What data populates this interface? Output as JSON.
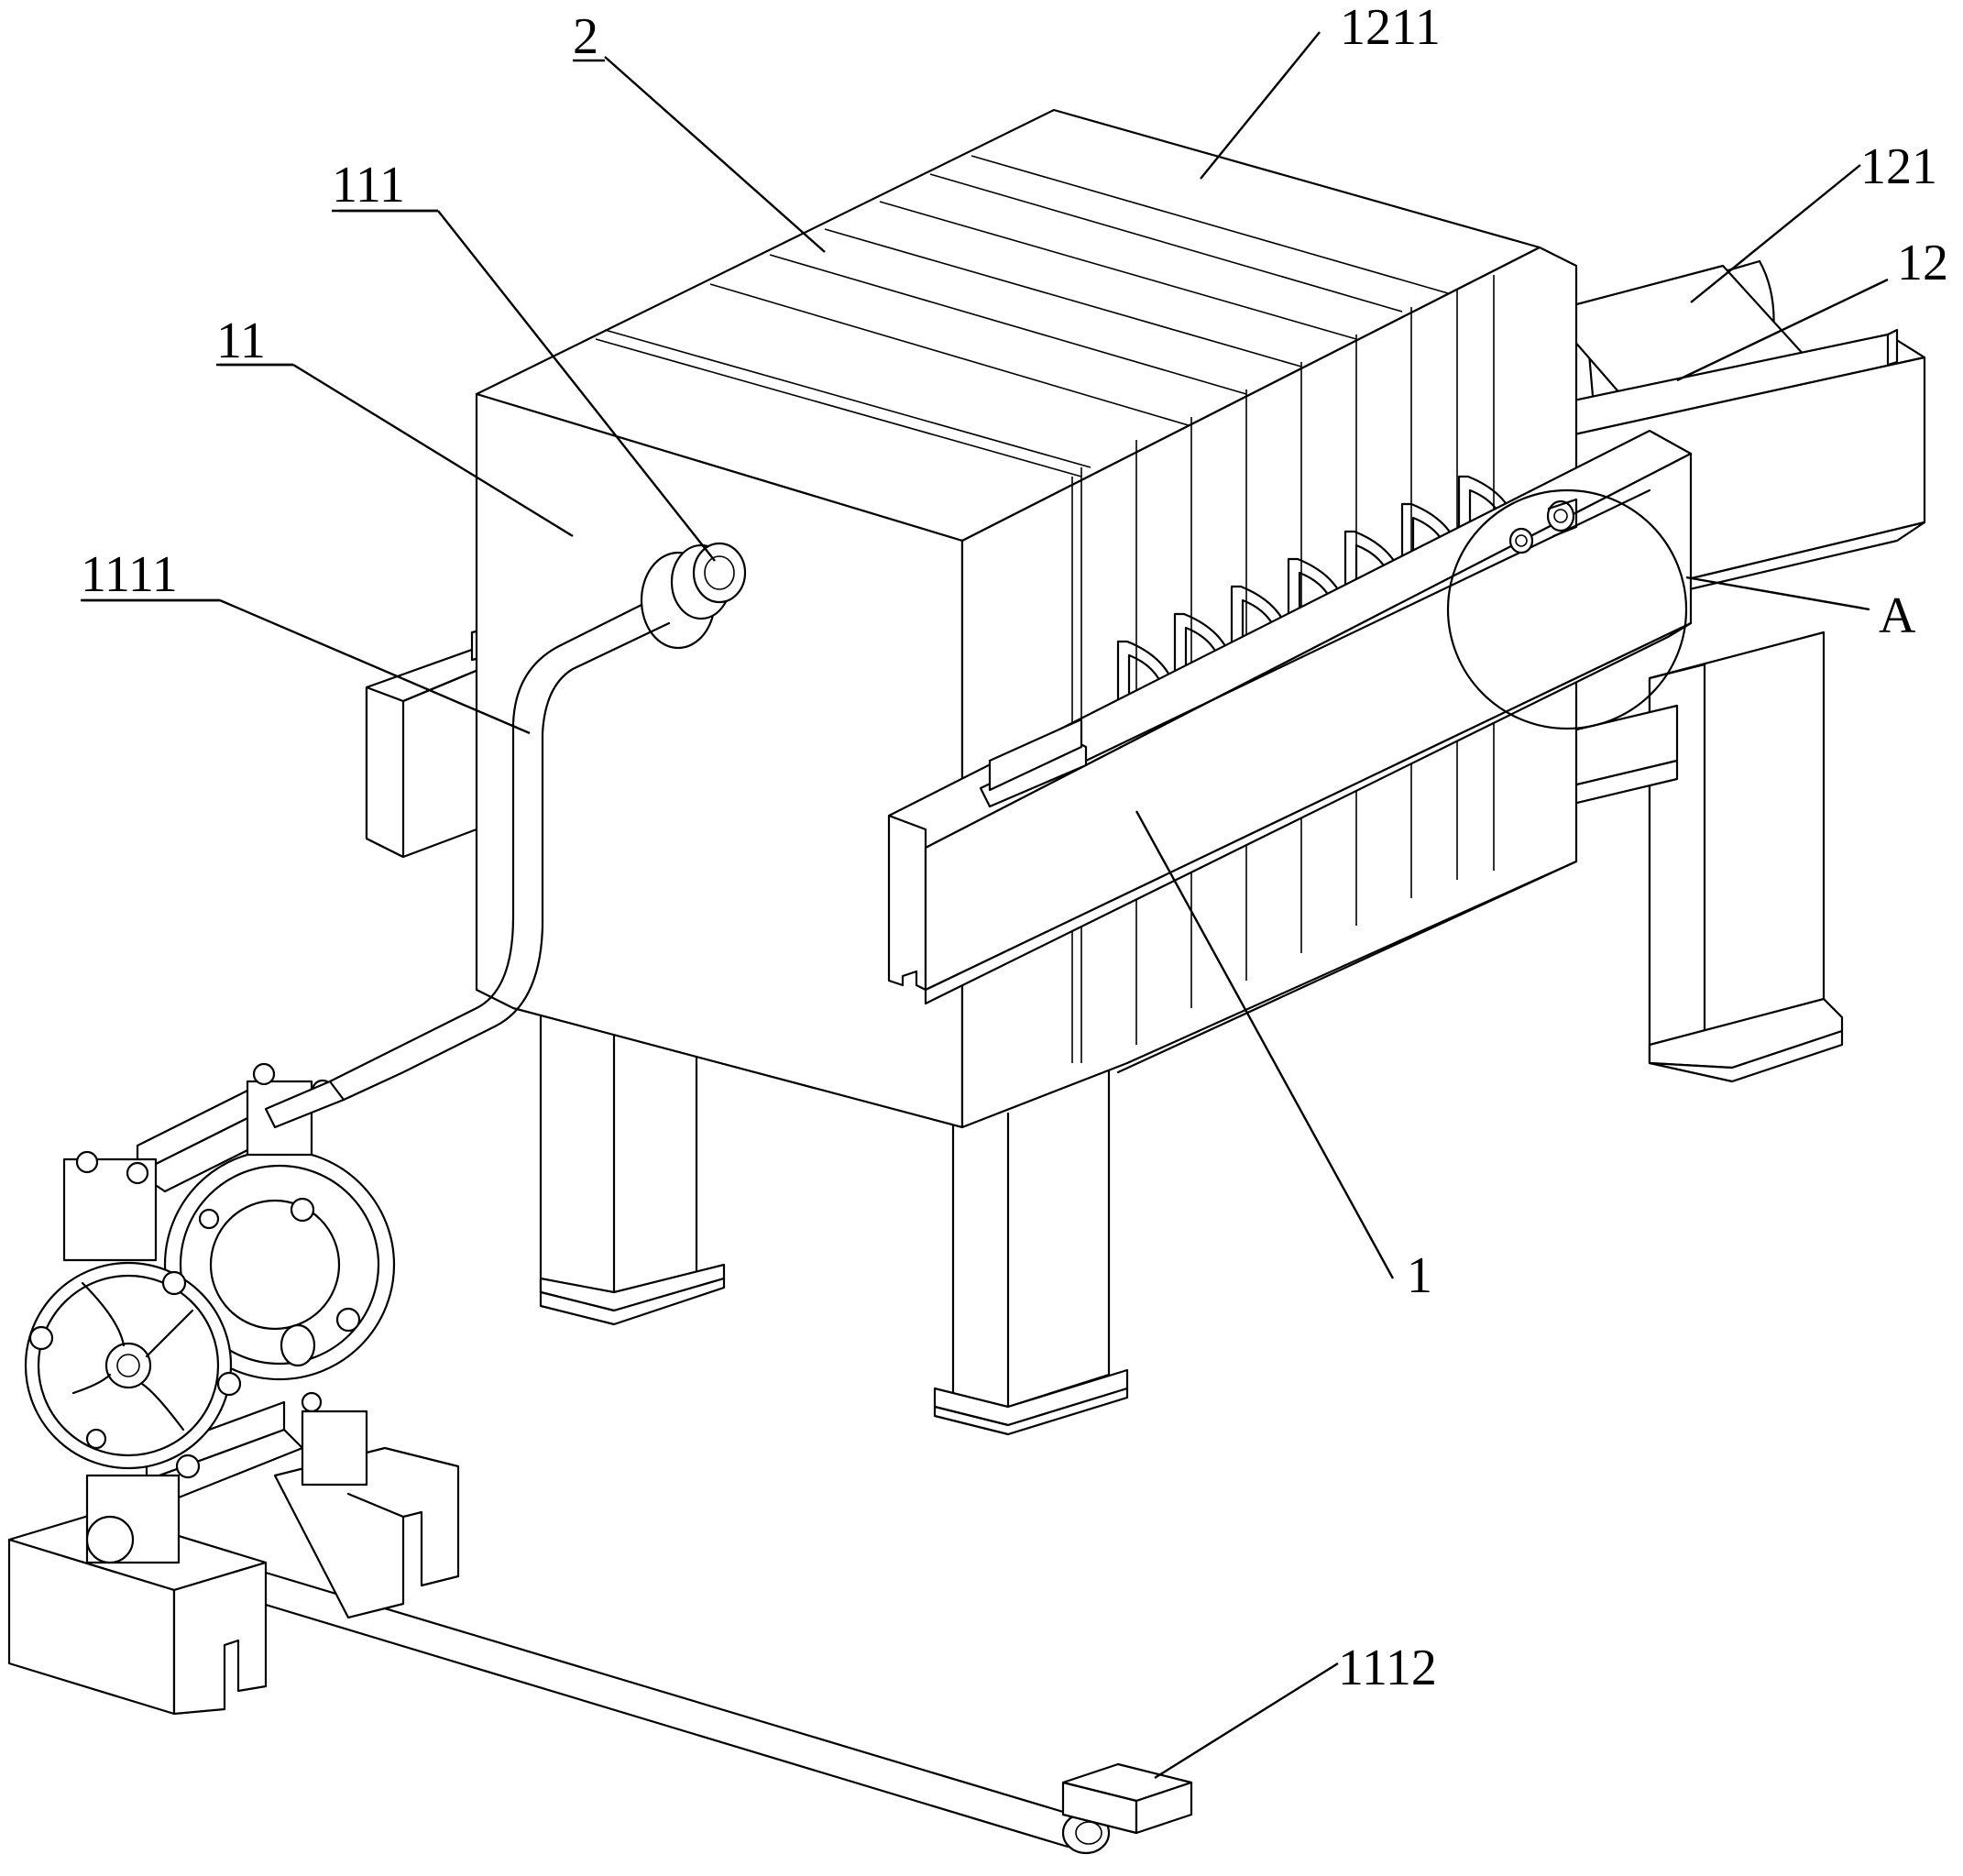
{
  "figure": {
    "labels": {
      "l2": "2",
      "l1211": "1211",
      "l111": "111",
      "l121": "121",
      "l12": "12",
      "l11": "11",
      "l1111": "1111",
      "lA": "A",
      "l1": "1",
      "l1112": "1112"
    }
  }
}
